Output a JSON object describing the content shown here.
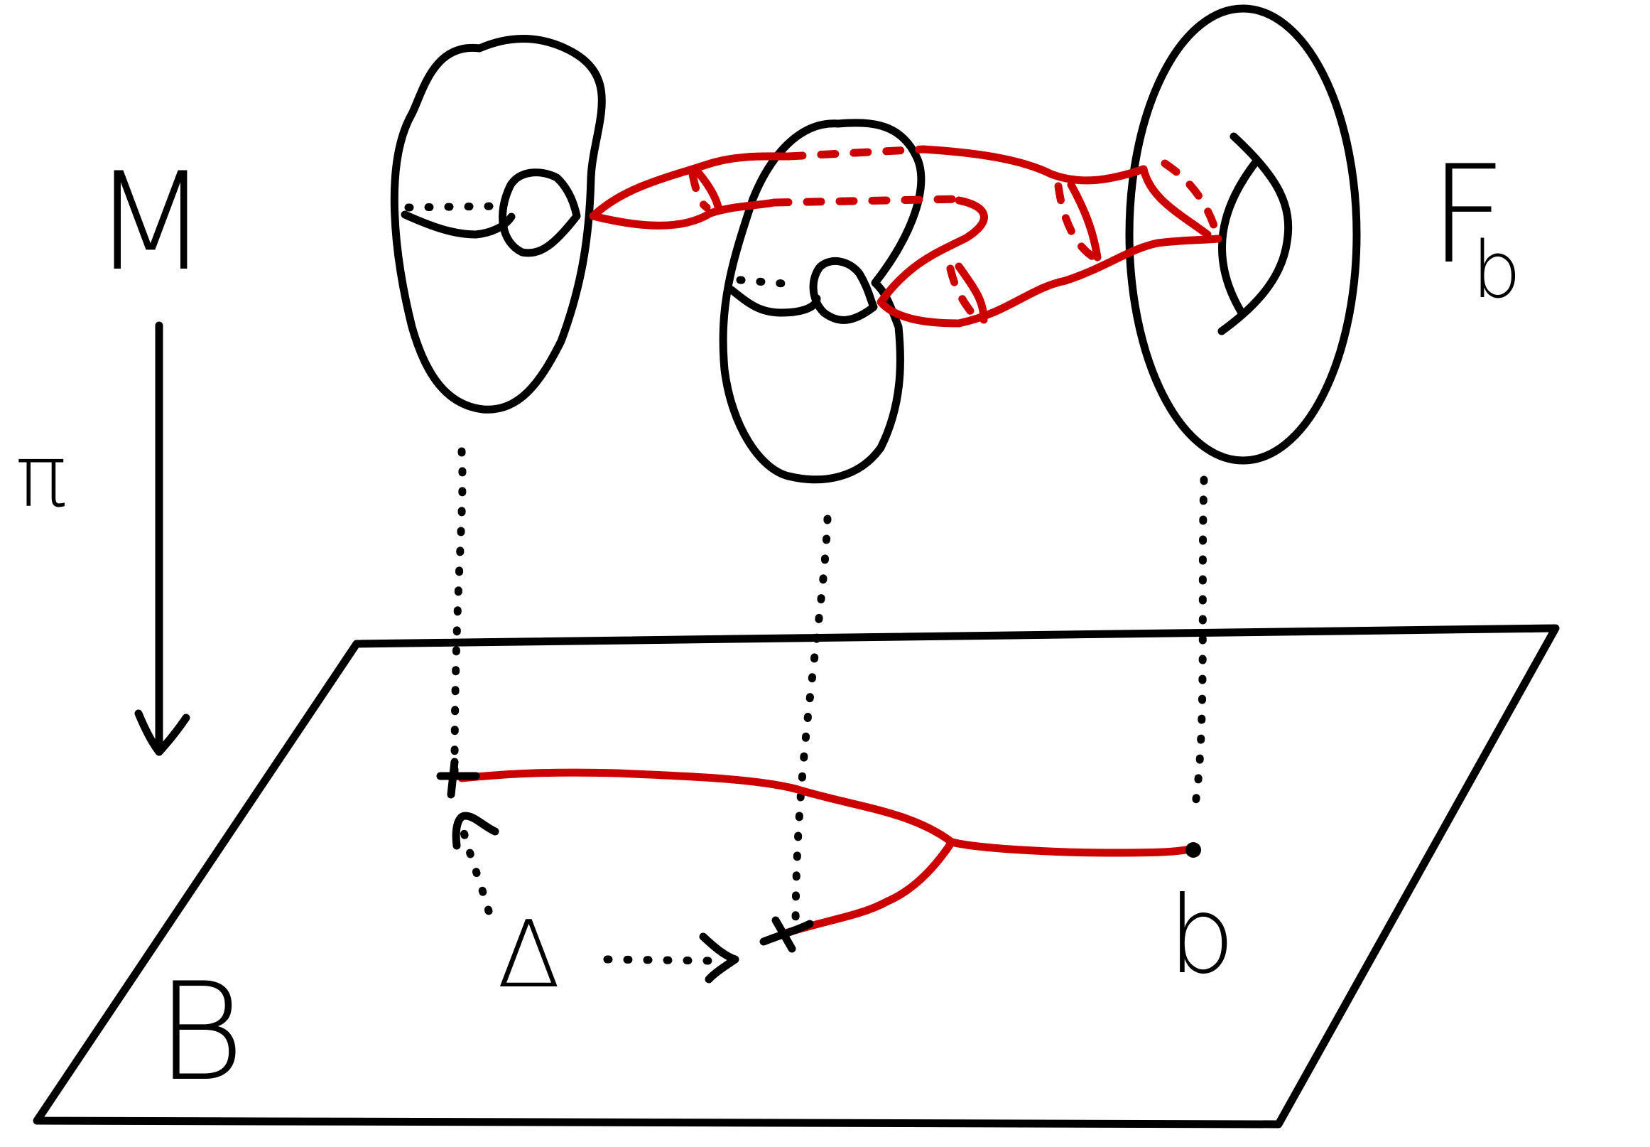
{
  "labels": {
    "total_space": "M",
    "projection": "π",
    "base": "B",
    "fiber": "F",
    "fiber_subscript": "b",
    "point": "b",
    "monodromy": "Δ"
  },
  "colors": {
    "ink": "#000000",
    "highlight": "#cc0000",
    "background": "#ffffff"
  }
}
